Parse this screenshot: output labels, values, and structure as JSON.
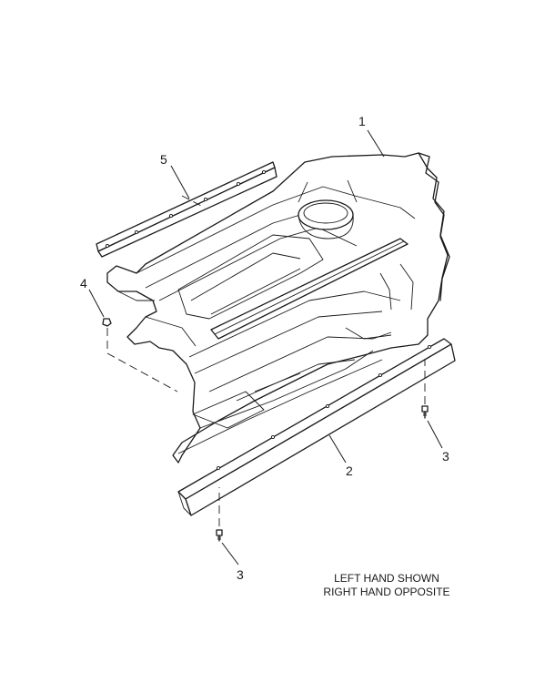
{
  "callouts": {
    "c1": "1",
    "c2": "2",
    "c3a": "3",
    "c3b": "3",
    "c4": "4",
    "c5": "5"
  },
  "note": {
    "line1": "LEFT HAND SHOWN",
    "line2": "RIGHT HAND OPPOSITE"
  }
}
